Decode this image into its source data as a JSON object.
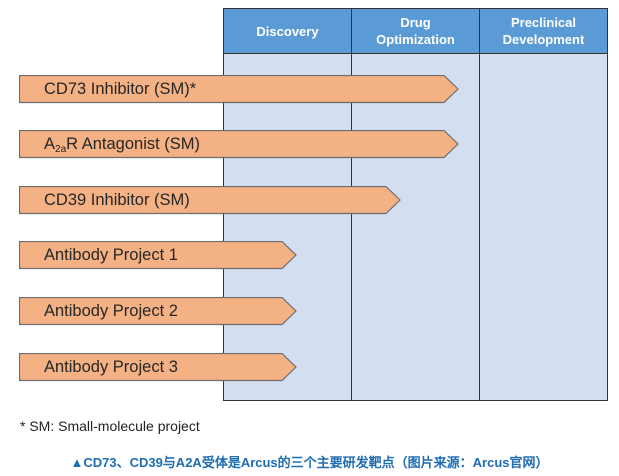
{
  "stages": [
    "Discovery",
    "Drug\nOptimization",
    "Preclinical\nDevelopment"
  ],
  "programs": [
    {
      "label": "CD73 Inhibitor (SM)*"
    },
    {
      "label_pre": "A",
      "label_sub": "2a",
      "label_post": "R Antagonist (SM)"
    },
    {
      "label": "CD39 Inhibitor (SM)"
    },
    {
      "label": "Antibody Project 1"
    },
    {
      "label": "Antibody Project 2"
    },
    {
      "label": "Antibody Project 3"
    }
  ],
  "footnote": "* SM: Small-molecule project",
  "caption": "▲CD73、CD39与A2A受体是Arcus的三个主要研发靶点（图片来源：Arcus官网）",
  "colors": {
    "header": "#5b9bd5",
    "cell": "#d3dff0",
    "arrow": "#f4b183",
    "caption": "#1f6db3"
  }
}
